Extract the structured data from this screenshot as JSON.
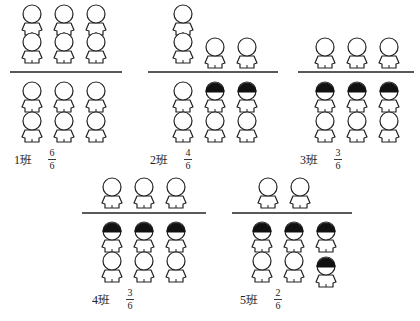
{
  "diagram": {
    "labels": [
      "1班",
      "6",
      "6",
      "2班",
      "4",
      "6",
      "3班",
      "3",
      "6",
      "4班",
      "3",
      "6",
      "5班",
      "2",
      "6"
    ]
  }
}
